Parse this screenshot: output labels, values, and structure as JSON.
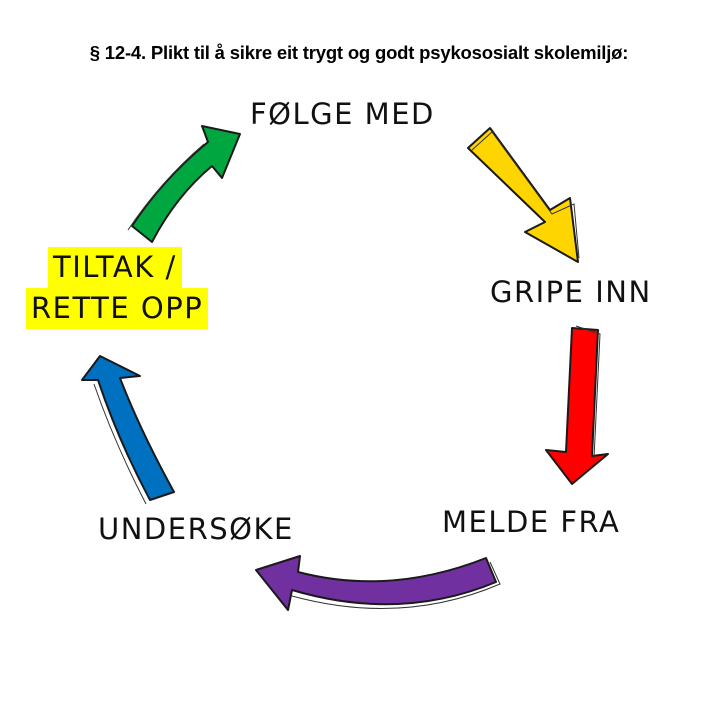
{
  "title": "§ 12-4. Plikt til å sikre eit trygt og godt psykososialt skolemiljø:",
  "steps": [
    {
      "label": "FØLGE MED"
    },
    {
      "label": "GRIPE INN"
    },
    {
      "label": "MELDE FRA"
    },
    {
      "label": "UNDERSØKE"
    },
    {
      "label_line1": "TILTAK /",
      "label_line2": "RETTE OPP"
    }
  ],
  "colors": {
    "arrow_yellow": "#FFD500",
    "arrow_red": "#FF0000",
    "arrow_purple": "#7030A0",
    "arrow_blue": "#0070C0",
    "arrow_green": "#00A640",
    "highlight": "#FFFF00"
  }
}
